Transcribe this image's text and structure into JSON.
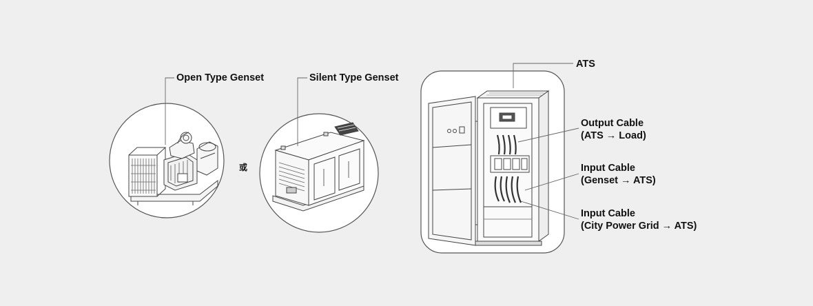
{
  "labels": {
    "open_genset": "Open Type Genset",
    "silent_genset": "Silent Type Genset",
    "or_text": "或",
    "ats": "ATS",
    "output_cable": [
      "Output Cable",
      "(ATS → Load)"
    ],
    "input_cable_genset": [
      "Input Cable",
      "(Genset → ATS)"
    ],
    "input_cable_grid": [
      "Input Cable",
      "(City Power Grid → ATS)"
    ]
  },
  "colors": {
    "background": "#efefef",
    "panel_fill": "#ffffff",
    "outline": "#444444",
    "leader": "#666666",
    "text": "#111111"
  }
}
